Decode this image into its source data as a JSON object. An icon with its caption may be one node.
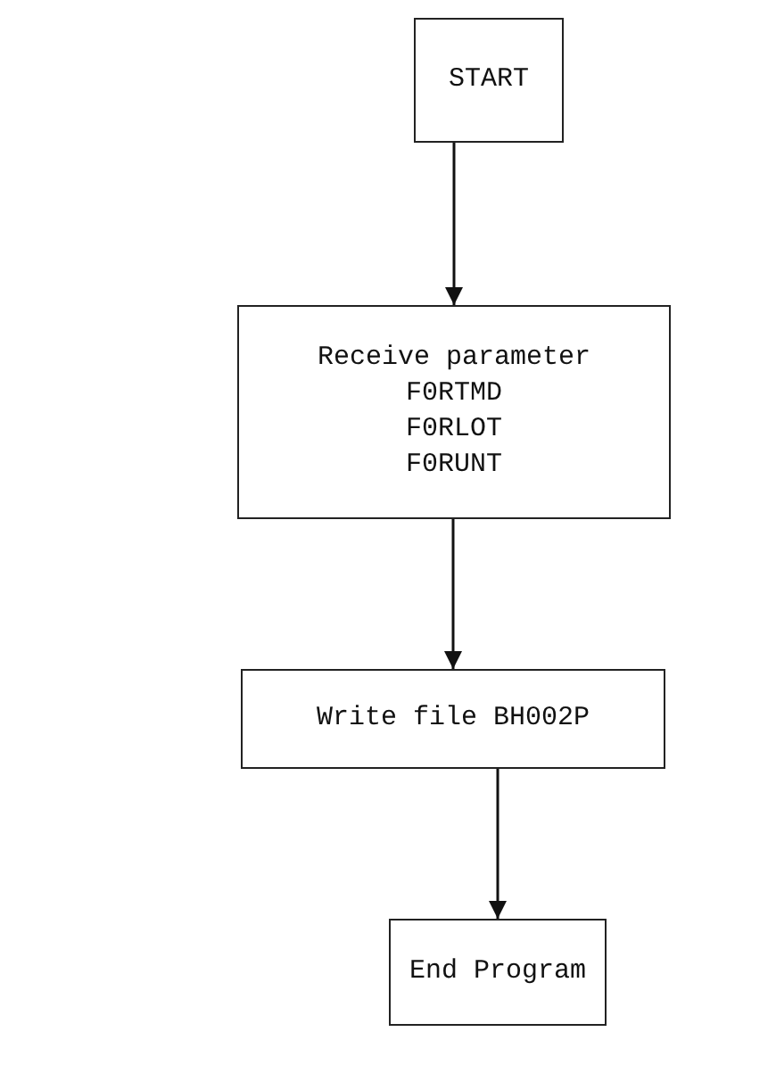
{
  "diagram": {
    "nodes": [
      {
        "text": [
          "START"
        ]
      },
      {
        "text": [
          "Receive parameter",
          "F0RTMD",
          "F0RLOT",
          "F0RUNT"
        ]
      },
      {
        "text": [
          "Write file BH002P"
        ]
      },
      {
        "text": [
          "End Program"
        ]
      }
    ],
    "edges": [
      {
        "from": 0,
        "to": 1,
        "arrow": "to"
      },
      {
        "from": 1,
        "to": 2,
        "arrow": "to"
      },
      {
        "from": 2,
        "to": 3,
        "arrow": "to"
      }
    ]
  }
}
